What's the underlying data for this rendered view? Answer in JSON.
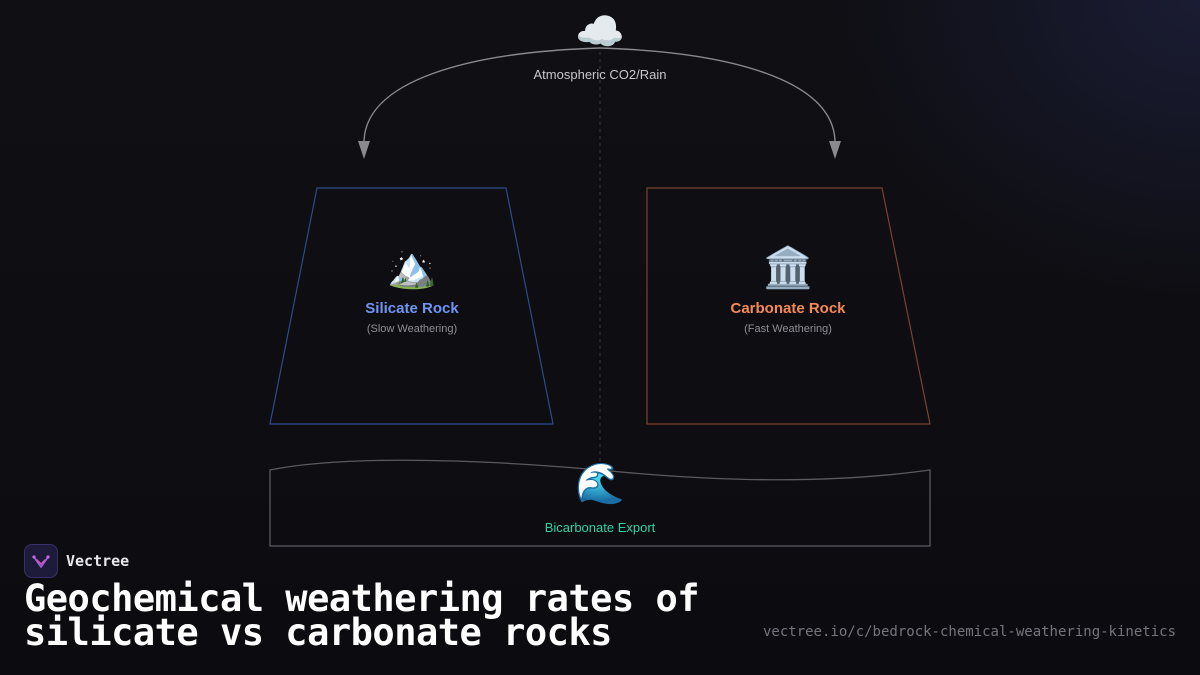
{
  "diagram": {
    "atmosphere": {
      "icon": "cloud-icon",
      "emoji": "☁️",
      "label": "Atmospheric CO2/Rain"
    },
    "silicate": {
      "icon": "mountain-icon",
      "emoji": "🏔️",
      "title": "Silicate Rock",
      "subtitle": "(Slow Weathering)",
      "color": "#6f95f2"
    },
    "carbonate": {
      "icon": "classical-building-icon",
      "emoji": "🏛️",
      "title": "Carbonate Rock",
      "subtitle": "(Fast Weathering)",
      "color": "#f58a58"
    },
    "ocean": {
      "icon": "wave-icon",
      "emoji": "🌊",
      "label": "Bicarbonate Export",
      "color": "#2fd2a6"
    }
  },
  "brand": {
    "name": "Vectree",
    "logo_icon": "vectree-logo-icon"
  },
  "headline": "Geochemical weathering rates of silicate vs carbonate rocks",
  "url": "vectree.io/c/bedrock-chemical-weathering-kinetics"
}
